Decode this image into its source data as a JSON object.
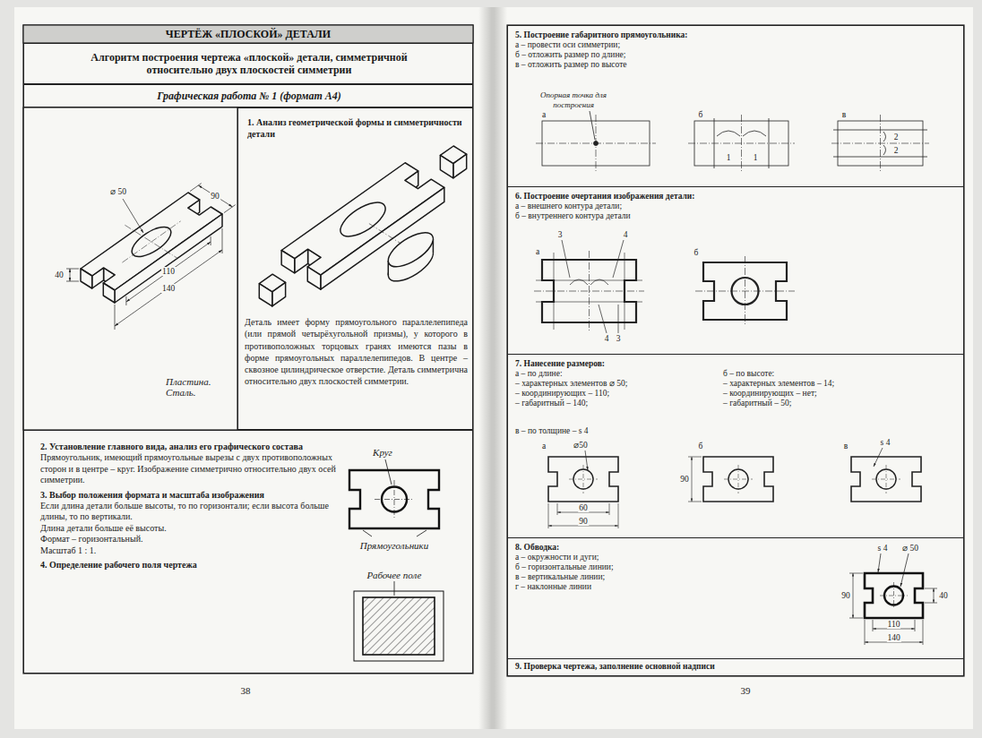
{
  "diagram": {
    "title": "ЧЕРТЁЖ «ПЛОСКОЙ» ДЕТАЛИ",
    "nodes": [
      {
        "text": [
          "Алгоритм построения чертежа «плоской» детали, симметричной относительно двух плоскостей симметрии"
        ]
      },
      {
        "text": [
          "Графическая работа № 1 (формат А4)"
        ]
      },
      {
        "text": [
          "1. Анализ геометрической формы и симметричности детали",
          "Деталь имеет форму прямоугольного параллелепипеда (или прямой четырёхугольной призмы), у которого в противоположных торцовых гранях имеются пазы в форме прямоугольных параллелепипедов. В центре – сквозное цилиндрическое отверстие. Деталь симметрична относительно двух плоскостей симметрии."
        ]
      },
      {
        "text": [
          "2. Установление главного вида, анализ его графического состава",
          "Прямоугольник, имеющий прямоугольные вырезы с двух противоположных сторон и в центре – круг. Изображение симметрично относительно двух осей симметрии.",
          "3. Выбор положения формата и масштаба изображения",
          "Если длина детали больше высоты, то по горизонтали; если высота больше длины, то по вертикали.",
          "Длина детали больше её высоты.",
          "Формат – горизонтальный.",
          "Масштаб 1 : 1.",
          "4. Определение рабочего поля чертежа"
        ]
      },
      {
        "text": [
          "5. Построение габаритного прямоугольника:",
          "а – провести оси симметрии;",
          "б – отложить размер по длине;",
          "в – отложить размер по высоте"
        ]
      },
      {
        "text": [
          "6. Построение очертания изображения детали:",
          "а – внешнего контура детали;",
          "б – внутреннего контура детали"
        ]
      },
      {
        "text": [
          "7. Нанесение размеров:",
          "а – по длине:",
          "– характерных элементов ⌀ 50;",
          "– координирующих – 110;",
          "– габаритный – 140;",
          "б – по высоте:",
          "– характерных элементов – 14;",
          "– координирующих – нет;",
          "– габаритный – 50;",
          "в – по толщине – s 4"
        ]
      },
      {
        "text": [
          "8. Обводка:",
          "а – окружности и дуги;",
          "б – горизонтальные линии;",
          "в – вертикальные линии;",
          "г – наклонные линии"
        ]
      },
      {
        "text": [
          "9. Проверка чертежа, заполнение основной надписи"
        ]
      }
    ],
    "labels": [
      "⌀ 50",
      "90",
      "40",
      "110",
      "140",
      "Пластина. Сталь.",
      "Круг",
      "Прямоугольники",
      "Рабочее поле",
      "Опорная точка для построения",
      "а",
      "б",
      "в",
      "1",
      "1",
      "2",
      "2",
      "3",
      "4",
      "4",
      "3",
      "а",
      "б",
      "а",
      "⌀50",
      "60",
      "90",
      "б",
      "90",
      "в",
      "s 4",
      "s 4",
      "⌀ 50",
      "90",
      "40",
      "110",
      "140",
      "38",
      "39"
    ]
  }
}
